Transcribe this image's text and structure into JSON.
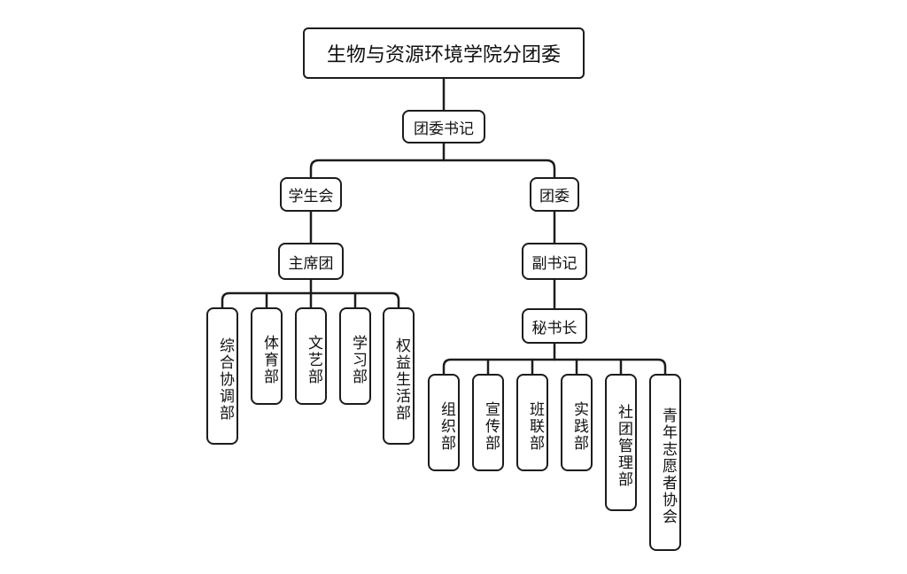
{
  "org": {
    "title": "生物与资源环境学院分团委",
    "secretary": "团委书记",
    "student_union": {
      "name": "学生会",
      "presidium": "主席团",
      "departments": [
        "综合协调部",
        "体育部",
        "文艺部",
        "学习部",
        "权益生活部"
      ]
    },
    "league": {
      "name": "团委",
      "deputy": "副书记",
      "secretary_general": "秘书长",
      "departments": [
        "组织部",
        "宣传部",
        "班联部",
        "实践部",
        "社团管理部",
        "青年志愿者协会"
      ]
    }
  }
}
